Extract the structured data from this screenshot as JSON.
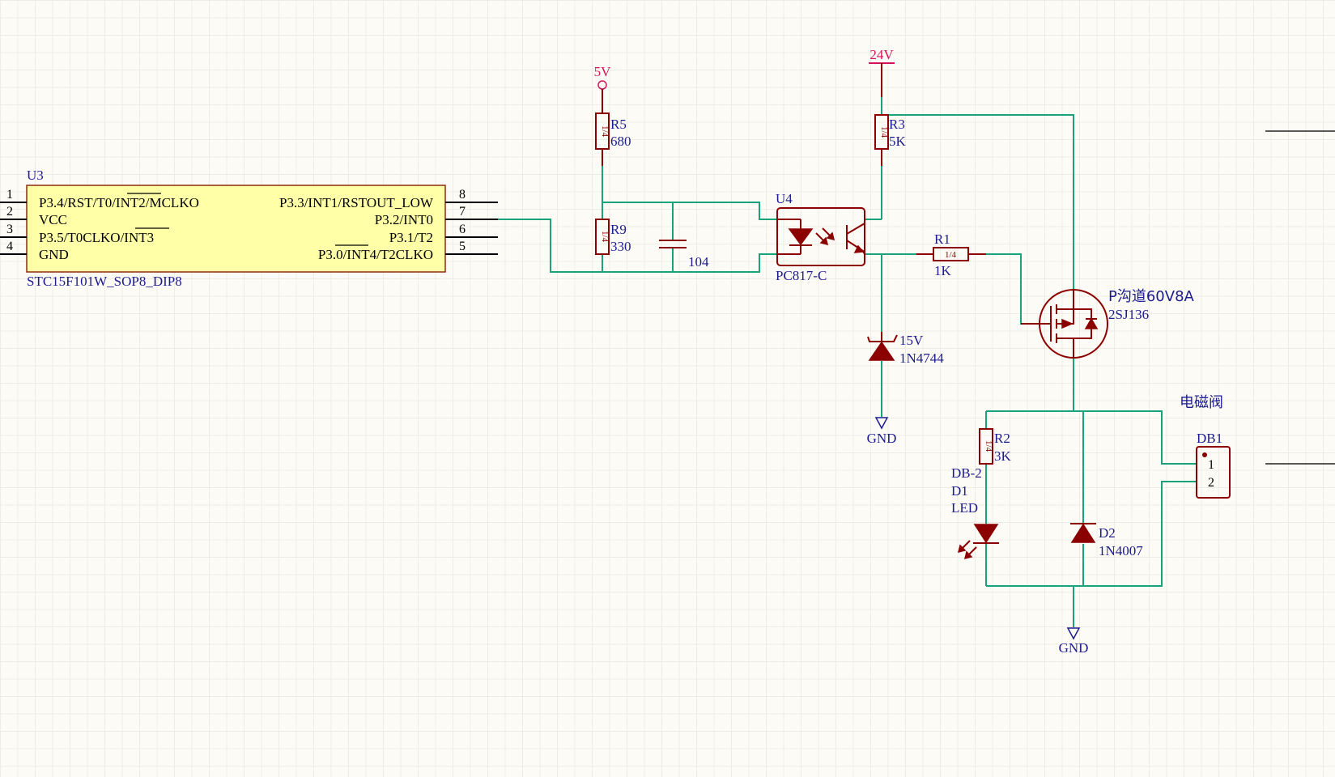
{
  "u3": {
    "designator": "U3",
    "part": "STC15F101W_SOP8_DIP8",
    "left_pins": [
      {
        "num": "1",
        "name": "P3.4/RST/T0/INT2/MCLKO"
      },
      {
        "num": "2",
        "name": "VCC"
      },
      {
        "num": "3",
        "name": "P3.5/T0CLKO/INT3"
      },
      {
        "num": "4",
        "name": "GND"
      }
    ],
    "right_pins": [
      {
        "num": "8",
        "name": "P3.3/INT1/RSTOUT_LOW"
      },
      {
        "num": "7",
        "name": "P3.2/INT0"
      },
      {
        "num": "6",
        "name": "P3.1/T2"
      },
      {
        "num": "5",
        "name": "P3.0/INT4/T2CLKO"
      }
    ]
  },
  "power": {
    "v5": "5V",
    "v24": "24V",
    "gnd": "GND"
  },
  "r5": {
    "designator": "R5",
    "value": "680",
    "rating": "1/4"
  },
  "r9": {
    "designator": "R9",
    "value": "330",
    "rating": "1/4"
  },
  "c1": {
    "value": "104"
  },
  "u4": {
    "designator": "U4",
    "part": "PC817-C"
  },
  "r3": {
    "designator": "R3",
    "value": "5K",
    "rating": "1/4"
  },
  "r1": {
    "designator": "R1",
    "value": "1K",
    "rating": "1/4"
  },
  "zener": {
    "value": "15V",
    "part": "1N4744"
  },
  "mosfet": {
    "value": "P沟道60V8A",
    "part": "2SJ136"
  },
  "r2": {
    "designator": "R2",
    "value": "3K",
    "rating": "1/4"
  },
  "d1": {
    "footprint": "DB-2",
    "designator": "D1",
    "part": "LED"
  },
  "d2": {
    "designator": "D2",
    "part": "1N4007"
  },
  "valve": {
    "title": "电磁阀",
    "designator": "DB1",
    "pins": [
      "1",
      "2"
    ]
  },
  "colors": {
    "wire": "#1aa37a",
    "component": "#8b0000",
    "label": "#1c1c8e",
    "power": "#d4145a",
    "ic_fill": "#ffffa8"
  }
}
